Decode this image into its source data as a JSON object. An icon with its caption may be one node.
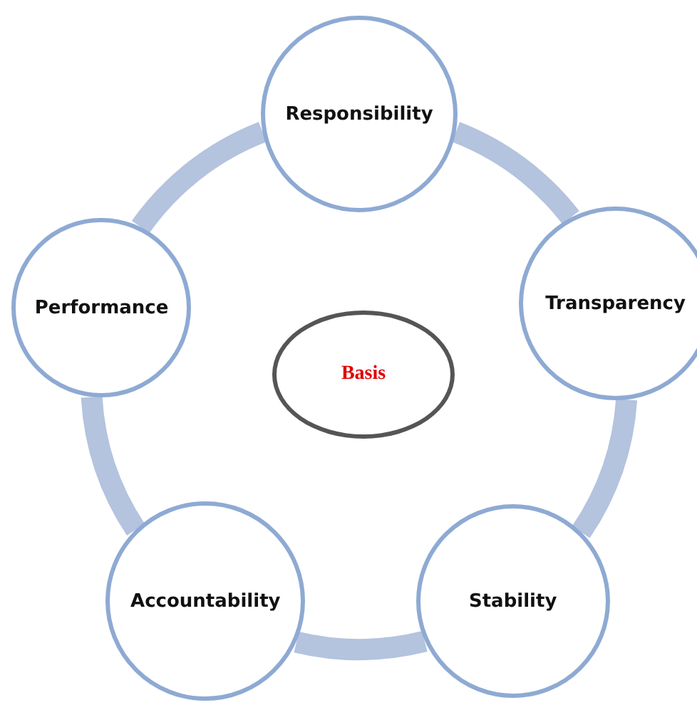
{
  "diagram": {
    "nodes": [
      {
        "text": [
          "Responsibility"
        ]
      },
      {
        "text": [
          "Transparency"
        ]
      },
      {
        "text": [
          "Stability"
        ]
      },
      {
        "text": [
          "Accountability"
        ]
      },
      {
        "text": [
          "Performance"
        ]
      },
      {
        "text": [
          "Basis"
        ]
      }
    ],
    "edges": [
      {
        "from": 0,
        "to": 1,
        "arrow": "none"
      },
      {
        "from": 1,
        "to": 2,
        "arrow": "none"
      },
      {
        "from": 2,
        "to": 3,
        "arrow": "none"
      },
      {
        "from": 3,
        "to": 4,
        "arrow": "none"
      },
      {
        "from": 4,
        "to": 0,
        "arrow": "none"
      }
    ]
  }
}
